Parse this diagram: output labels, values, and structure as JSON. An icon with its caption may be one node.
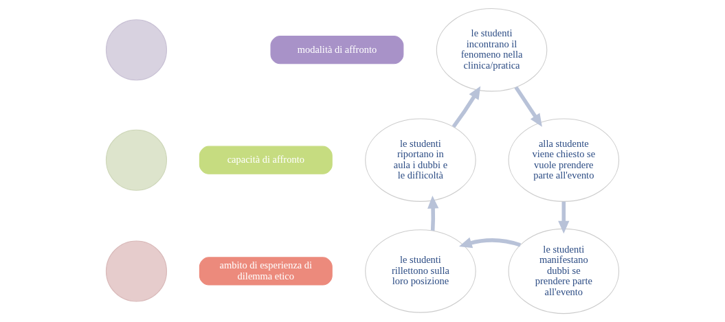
{
  "diagram": {
    "nodes": [
      {
        "text": [],
        "shape": "circle"
      },
      {
        "text": [
          "modalità di affronto"
        ]
      },
      {
        "text": [],
        "shape": "circle"
      },
      {
        "text": [
          "capacità di affronto"
        ]
      },
      {
        "text": [],
        "shape": "circle"
      },
      {
        "text": [
          "ambito di esperienza di dilemma etico"
        ]
      },
      {
        "text": [
          "le studenti incontrano il fenomeno nella clinica/pratica"
        ]
      },
      {
        "text": [
          "alla studente viene chiesto se vuole prendere parte all'evento"
        ]
      },
      {
        "text": [
          "le studenti manifestano dubbi se prendere parte all'evento"
        ]
      },
      {
        "text": [
          "le studenti rillettono sulla loro posizione"
        ]
      },
      {
        "text": [
          "le studenti riportano in aula i dubbi e le diflicoltà"
        ]
      }
    ],
    "edges": [
      {
        "from": 6,
        "to": 7,
        "arrow": "to"
      },
      {
        "from": 7,
        "to": 8,
        "arrow": "to"
      },
      {
        "from": 8,
        "to": 9,
        "arrow": "to"
      },
      {
        "from": 9,
        "to": 10,
        "arrow": "to"
      },
      {
        "from": 10,
        "to": 6,
        "arrow": "to"
      }
    ]
  }
}
